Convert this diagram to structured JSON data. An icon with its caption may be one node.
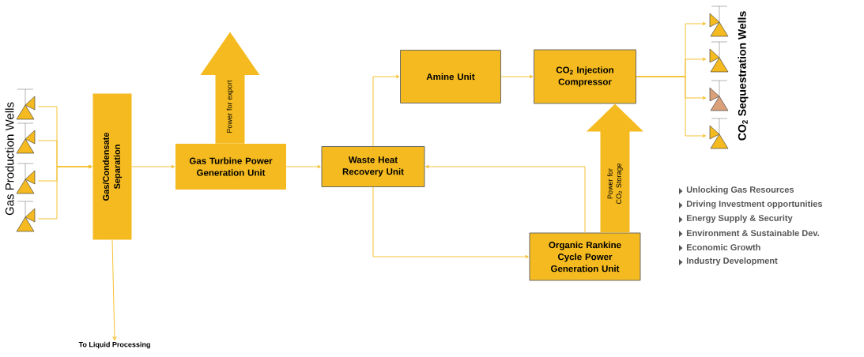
{
  "diagram": {
    "nodes": [
      {
        "text": [],
        "shape": "triangle"
      },
      {
        "text": [],
        "shape": "triangle"
      },
      {
        "text": [],
        "shape": "triangle"
      },
      {
        "text": [],
        "shape": "triangle"
      },
      {
        "text": [
          "Gas/Condensate Separation"
        ]
      },
      {
        "text": [
          "Gas Turbine Power Generation Unit"
        ]
      },
      {
        "text": [
          "Amine Unit"
        ]
      },
      {
        "text": [
          "Waste Heat Recovery Unit"
        ]
      },
      {
        "text": [
          "CO$_{2}$ Injection Compressor"
        ]
      },
      {
        "text": [
          "Organic Rankine Cycle Power Generation Unit"
        ]
      },
      {
        "text": [],
        "shape": "triangle"
      },
      {
        "text": [],
        "shape": "triangle"
      },
      {
        "text": [],
        "shape": "triangle"
      },
      {
        "text": [],
        "shape": "triangle"
      },
      {
        "text": [
          "To Liquid Processing"
        ]
      }
    ],
    "edges": [
      {
        "from": 0,
        "to": 4,
        "arrow": "to"
      },
      {
        "from": 1,
        "to": 4,
        "arrow": "to"
      },
      {
        "from": 2,
        "to": 4,
        "arrow": "to"
      },
      {
        "from": 3,
        "to": 4,
        "arrow": "to"
      },
      {
        "from": 4,
        "to": 5,
        "arrow": "to"
      },
      {
        "from": 4,
        "to": 14,
        "arrow": "to"
      },
      {
        "from": 5,
        "to": 7,
        "arrow": "to"
      },
      {
        "from": 7,
        "to": 6,
        "arrow": "to"
      },
      {
        "from": 6,
        "to": 8,
        "arrow": "to"
      },
      {
        "from": 7,
        "to": 9,
        "arrow": "to"
      },
      {
        "from": 9,
        "to": 7,
        "arrow": "to"
      },
      {
        "from": 8,
        "to": 10,
        "arrow": "to"
      },
      {
        "from": 8,
        "to": 11,
        "arrow": "to"
      },
      {
        "from": 8,
        "to": 12,
        "arrow": "to"
      },
      {
        "from": 8,
        "to": 13,
        "arrow": "to"
      },
      {
        "from": 5,
        "to": null,
        "arrow": "to",
        "label": "Power for export",
        "style": "thick"
      },
      {
        "from": 9,
        "to": 8,
        "arrow": "to",
        "label": "Power for CO$_{2}$ Storage",
        "style": "thick"
      }
    ],
    "labels": [
      "Gas Production Wells",
      "CO$_{2}$ Sequestration Wells",
      "Unlocking Gas Resources",
      "Driving Investment opportunities",
      "Energy Supply & Security",
      "Environment & Sustainable Dev.",
      "Economic Growth",
      "Industry Development"
    ]
  }
}
